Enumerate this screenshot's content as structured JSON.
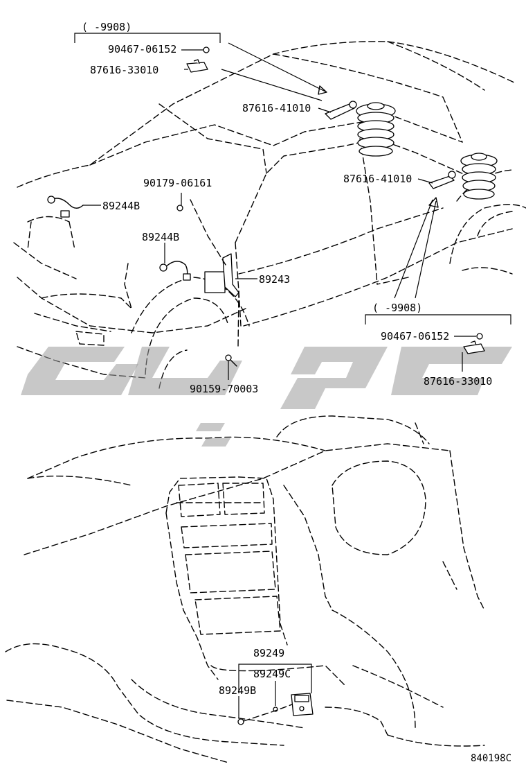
{
  "labels": {
    "range_top": "(     -9908)",
    "range_right": "(     -9908)",
    "p_90467_top": "90467-06152",
    "p_87616_33010_top": "87616-33010",
    "p_87616_41010_a": "87616-41010",
    "p_87616_41010_b": "87616-41010",
    "p_90179": "90179-06161",
    "p_89244b_a": "89244B",
    "p_89244b_b": "89244B",
    "p_89243": "89243",
    "p_90467_right": "90467-06152",
    "p_87616_33010_right": "87616-33010",
    "p_90159": "90159-70003",
    "p_89249": "89249",
    "p_89249c": "89249C",
    "p_89249b": "89249B",
    "diagram_ref": "840198C"
  },
  "watermark": {
    "color": "#9a9a9a"
  }
}
